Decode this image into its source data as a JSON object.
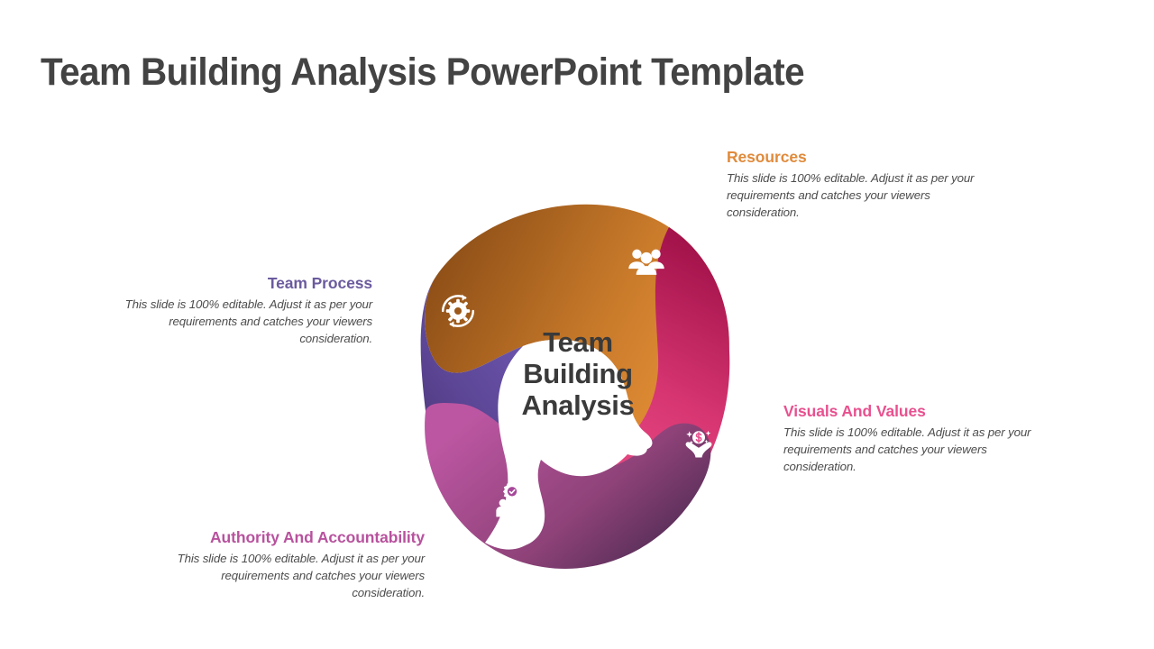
{
  "slide": {
    "title": "Team Building Analysis PowerPoint Template",
    "title_color": "#434343",
    "background_color": "#FFFFFF"
  },
  "center": {
    "line1": "Team",
    "line2": "Building",
    "line3": "Analysis",
    "text_color": "#3A3A3A"
  },
  "segments": [
    {
      "id": "resources",
      "heading": "Resources",
      "body": "This slide is 100% editable. Adjust it as per your requirements and catches your viewers consideration.",
      "heading_color": "#E08B3C",
      "petal_color_start": "#8E4F17",
      "petal_color_end": "#EB9339",
      "icon": "group-of-people-icon",
      "position": "top-right"
    },
    {
      "id": "team-process",
      "heading": "Team Process",
      "body": "This slide is 100% editable. Adjust it as per your requirements and catches your viewers consideration.",
      "heading_color": "#6B5B9E",
      "petal_color_start": "#7059B4",
      "petal_color_end": "#3F2C62",
      "icon": "gear-refresh-icon",
      "position": "left"
    },
    {
      "id": "visuals-and-values",
      "heading": "Visuals And Values",
      "body": "This slide is 100% editable. Adjust it as per your requirements and catches your viewers consideration.",
      "heading_color": "#E8518F",
      "petal_color_start": "#A4134B",
      "petal_color_end": "#F3598F",
      "icon": "hands-holding-money-icon",
      "position": "right"
    },
    {
      "id": "authority-and-accountability",
      "heading": "Authority And Accountability",
      "body": "This slide is 100% editable. Adjust it as per your requirements and catches your viewers consideration.",
      "heading_color": "#B8529E",
      "petal_color_start": "#BC56A2",
      "petal_color_end": "#43274C",
      "icon": "team-approval-icon",
      "position": "bottom"
    }
  ]
}
